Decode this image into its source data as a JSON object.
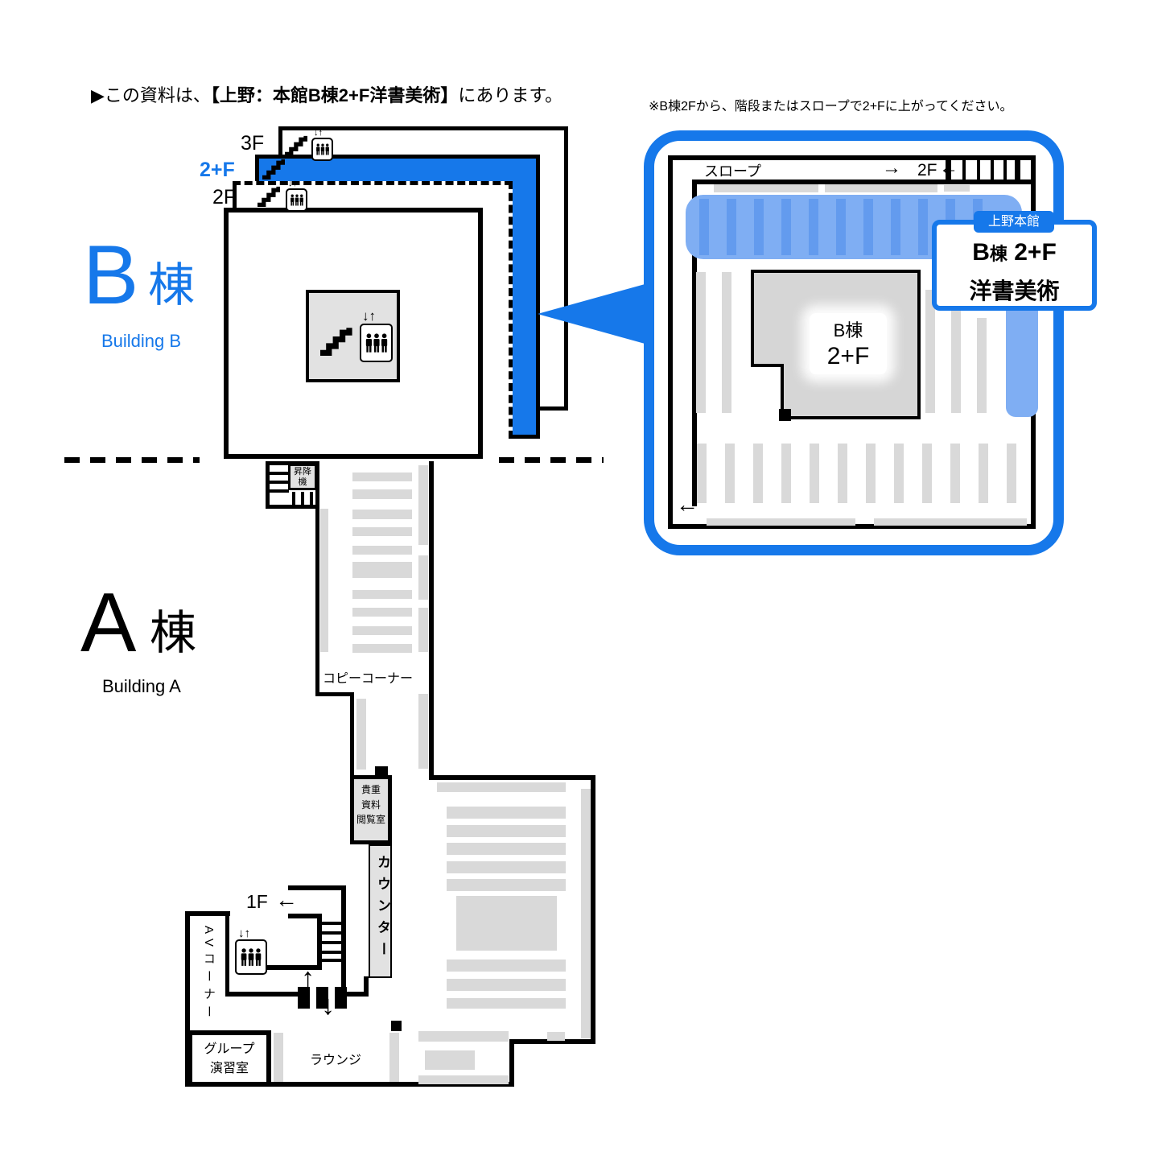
{
  "header": {
    "title_prefix": "▶この資料は、",
    "title_bold": "【上野：本館B棟2+F洋書美術】",
    "title_suffix": "にあります。",
    "note": "※B棟2Fから、階段またはスロープで2+Fに上がってください。"
  },
  "colors": {
    "accent": "#1678ea",
    "highlight_band": "#7faef3",
    "band_stripe": "#639bee",
    "shelf_gray": "#d9d9d9",
    "room_gray": "#e2e2e2",
    "wall": "#000000"
  },
  "building_b": {
    "letter": "B",
    "kanji": "棟",
    "subtitle": "Building B",
    "floor_3f": "3F",
    "floor_2plus": "2+F",
    "floor_2f": "2F"
  },
  "building_a": {
    "letter": "A",
    "kanji": "棟",
    "subtitle": "Building A",
    "floor_1f": "1F"
  },
  "corridor": {
    "elevator_line1": "昇降",
    "elevator_line2": "機",
    "copy_corner": "コピーコーナー"
  },
  "rooms": {
    "rare_line1": "貴重",
    "rare_line2": "資料",
    "rare_line3": "閲覧室",
    "counter": "カウンター",
    "av_corner": "AVコーナー",
    "group_line1": "グループ",
    "group_line2": "演習室",
    "lounge": "ラウンジ"
  },
  "detail": {
    "slope": "スロープ",
    "floor_2f": "2F",
    "area_label_line1": "B棟",
    "area_label_line2": "2+F",
    "callout_tab": "上野本館",
    "callout_b": "B",
    "callout_tou": "棟",
    "callout_floor": " 2+F",
    "callout_subject": "洋書美術"
  },
  "icons": {
    "arrow_right": "→",
    "arrow_left": "←",
    "arrow_up": "↑",
    "arrow_down": "↓",
    "arrow_updown": "↓↑"
  }
}
